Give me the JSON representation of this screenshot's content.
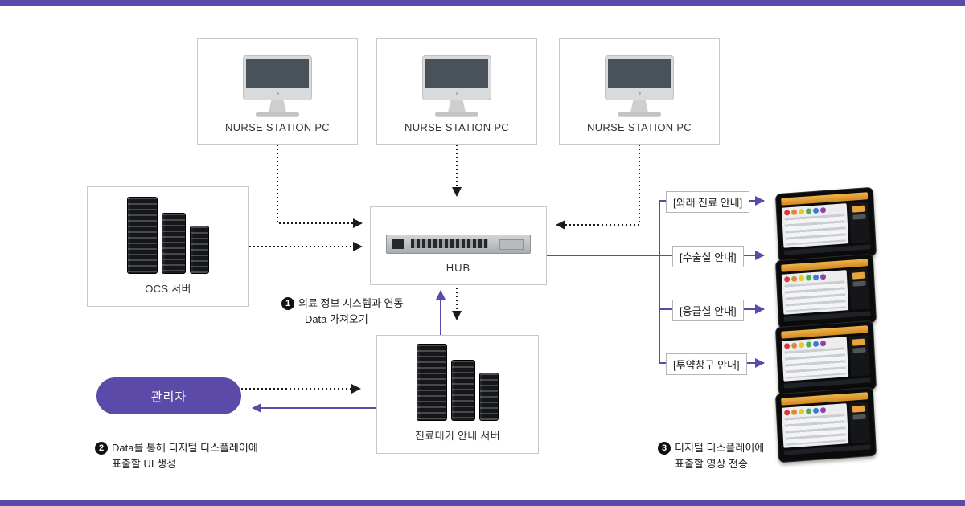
{
  "frame": {
    "accent_color": "#5b4aa8",
    "line_color": "#1b1b1b"
  },
  "nurse_stations": [
    {
      "label": "NURSE STATION PC"
    },
    {
      "label": "NURSE STATION PC"
    },
    {
      "label": "NURSE STATION PC"
    }
  ],
  "ocs_server": {
    "label": "OCS 서버"
  },
  "hub": {
    "label": "HUB"
  },
  "wait_server": {
    "label": "진료대기 안내 서버"
  },
  "admin": {
    "label": "관리자"
  },
  "display_routes": [
    {
      "label": "[외래 진료 안내]"
    },
    {
      "label": "[수술실 안내]"
    },
    {
      "label": "[응급실 안내]"
    },
    {
      "label": "[투약창구 안내]"
    }
  ],
  "annotations": {
    "step1": {
      "num": "1",
      "line1": "의료 정보 시스템과 연동",
      "line2": "- Data 가져오기"
    },
    "step2": {
      "num": "2",
      "line1": "Data를 통해 디지털 디스플레이에",
      "line2": "표출할 UI 생성"
    },
    "step3": {
      "num": "3",
      "line1": "디지털 디스플레이에",
      "line2": "표출할 영상 전송"
    }
  }
}
